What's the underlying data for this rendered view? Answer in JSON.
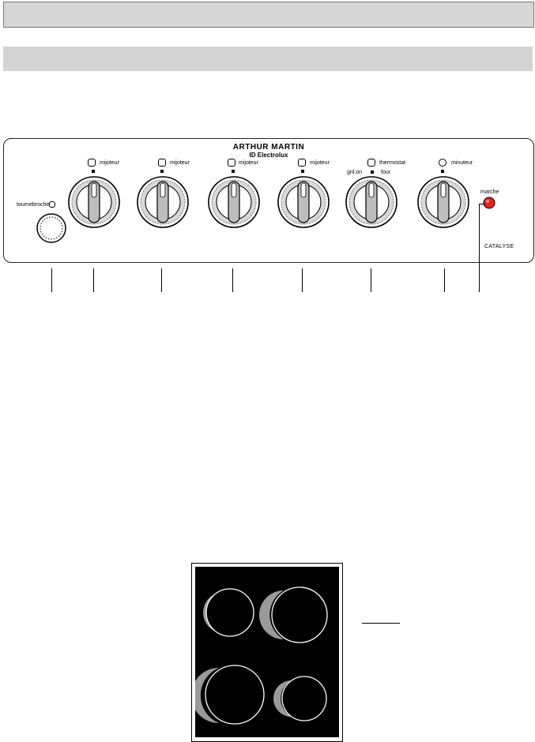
{
  "panel": {
    "brand": {
      "name": "ARTHUR MARTIN",
      "sub": "ID Electrolux"
    },
    "tournebroche_label": "tournebroche",
    "knobs": [
      {
        "label": "mijoteur"
      },
      {
        "label": "mijoteur"
      },
      {
        "label": "mijoteur"
      },
      {
        "label": "mijoteur"
      },
      {
        "label": "thermostat",
        "left_label": "gril.on",
        "right_label": "four"
      },
      {
        "label": "minuteur"
      }
    ],
    "marche_label": "marche",
    "catalyse_label": "CATALYSE",
    "colors": {
      "indicator_light": "#e8231a",
      "knob_grey": "#bdbdbd"
    }
  },
  "hob": {
    "colors": {
      "surface": "#000000",
      "zone_ring": "#ffffff",
      "zone_shadow": "#9a9a9a"
    }
  }
}
